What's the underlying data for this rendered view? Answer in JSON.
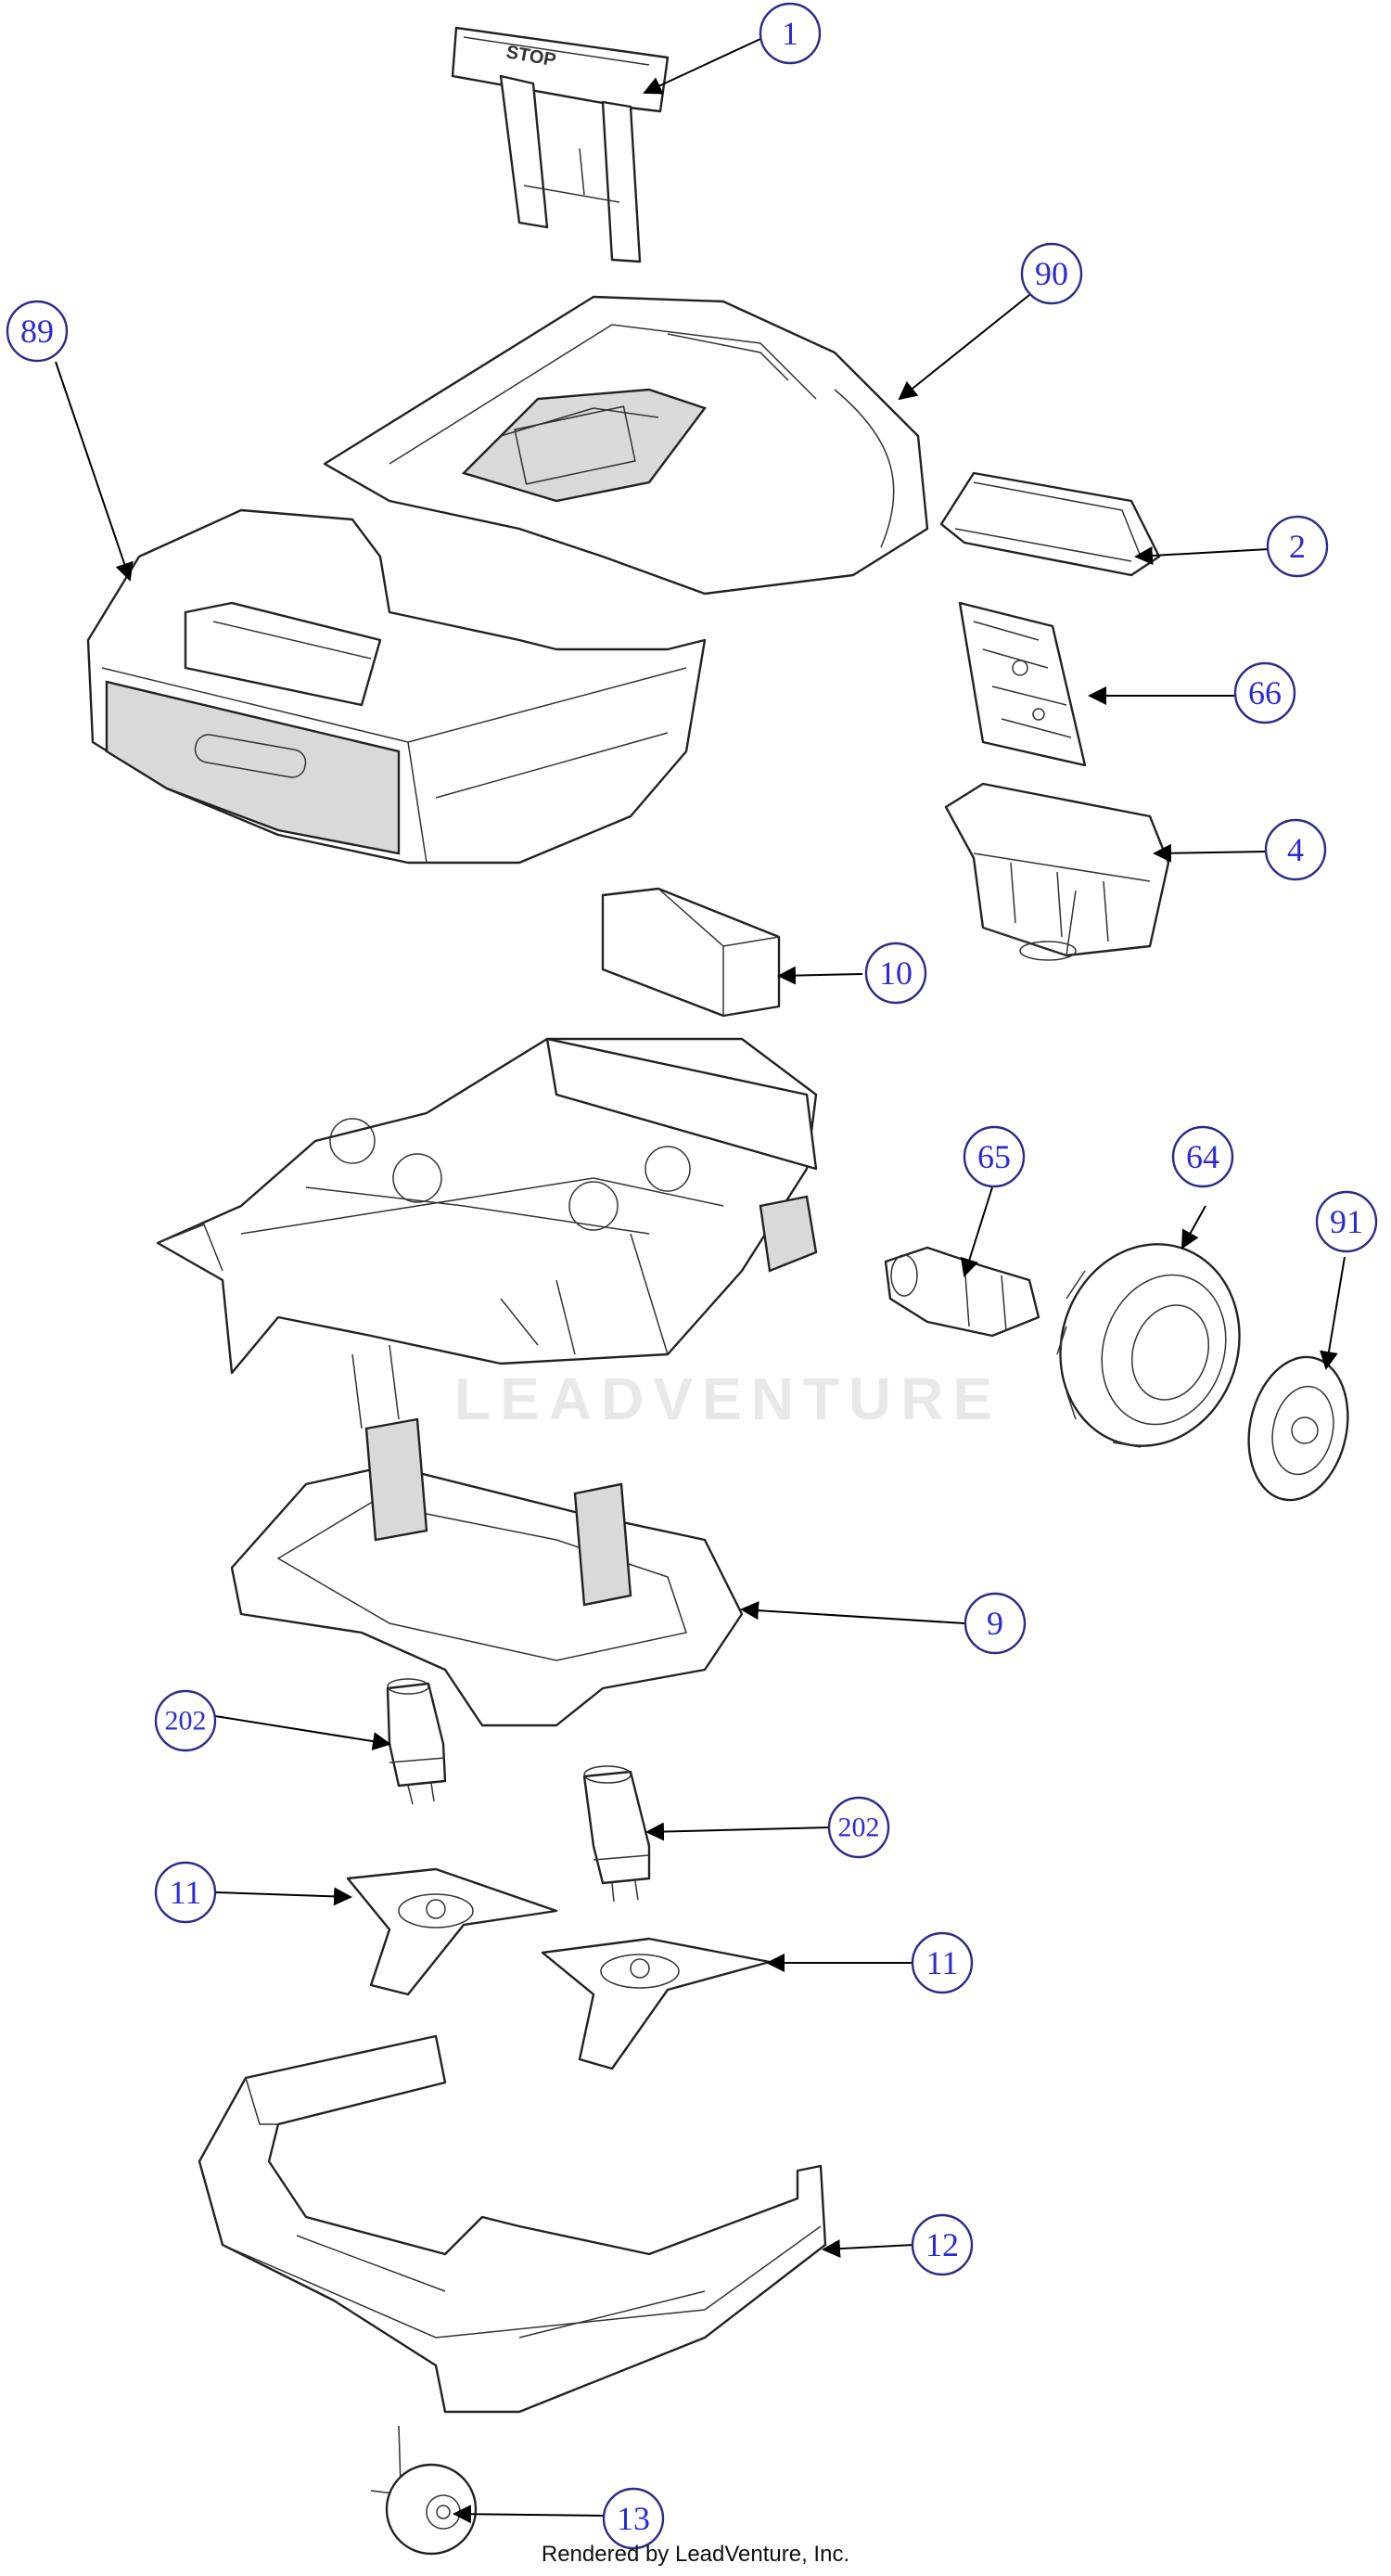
{
  "callouts": [
    "1",
    "90",
    "89",
    "2",
    "66",
    "4",
    "10",
    "65",
    "64",
    "91",
    "9",
    "202",
    "202",
    "11",
    "11",
    "12",
    "13"
  ],
  "stop_handle_text": "STOP",
  "watermark": "LEADVENTURE",
  "footer": "Rendered by LeadVenture, Inc."
}
